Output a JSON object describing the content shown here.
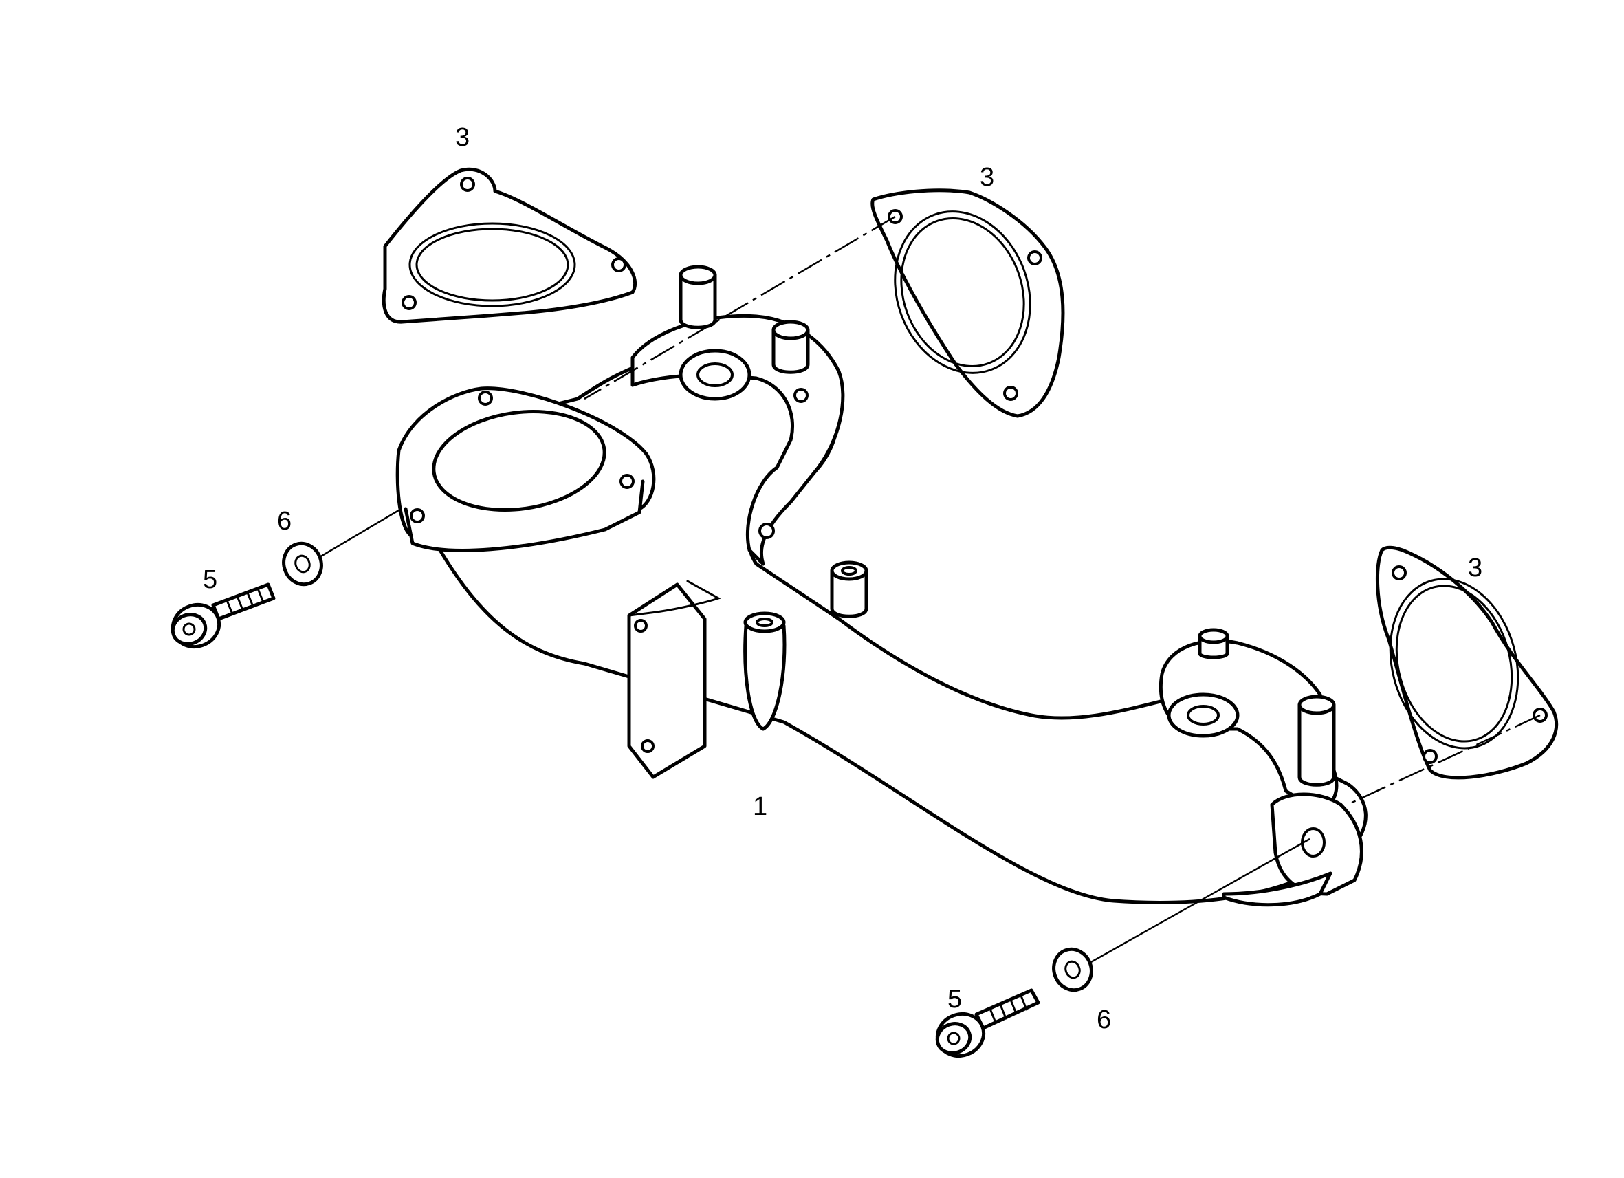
{
  "callouts": {
    "manifold": "1",
    "gasket_top_left": "3",
    "gasket_top_right": "3",
    "gasket_right": "3",
    "bolt_left": "5",
    "washer_left": "6",
    "bolt_right": "5",
    "washer_right": "6"
  }
}
